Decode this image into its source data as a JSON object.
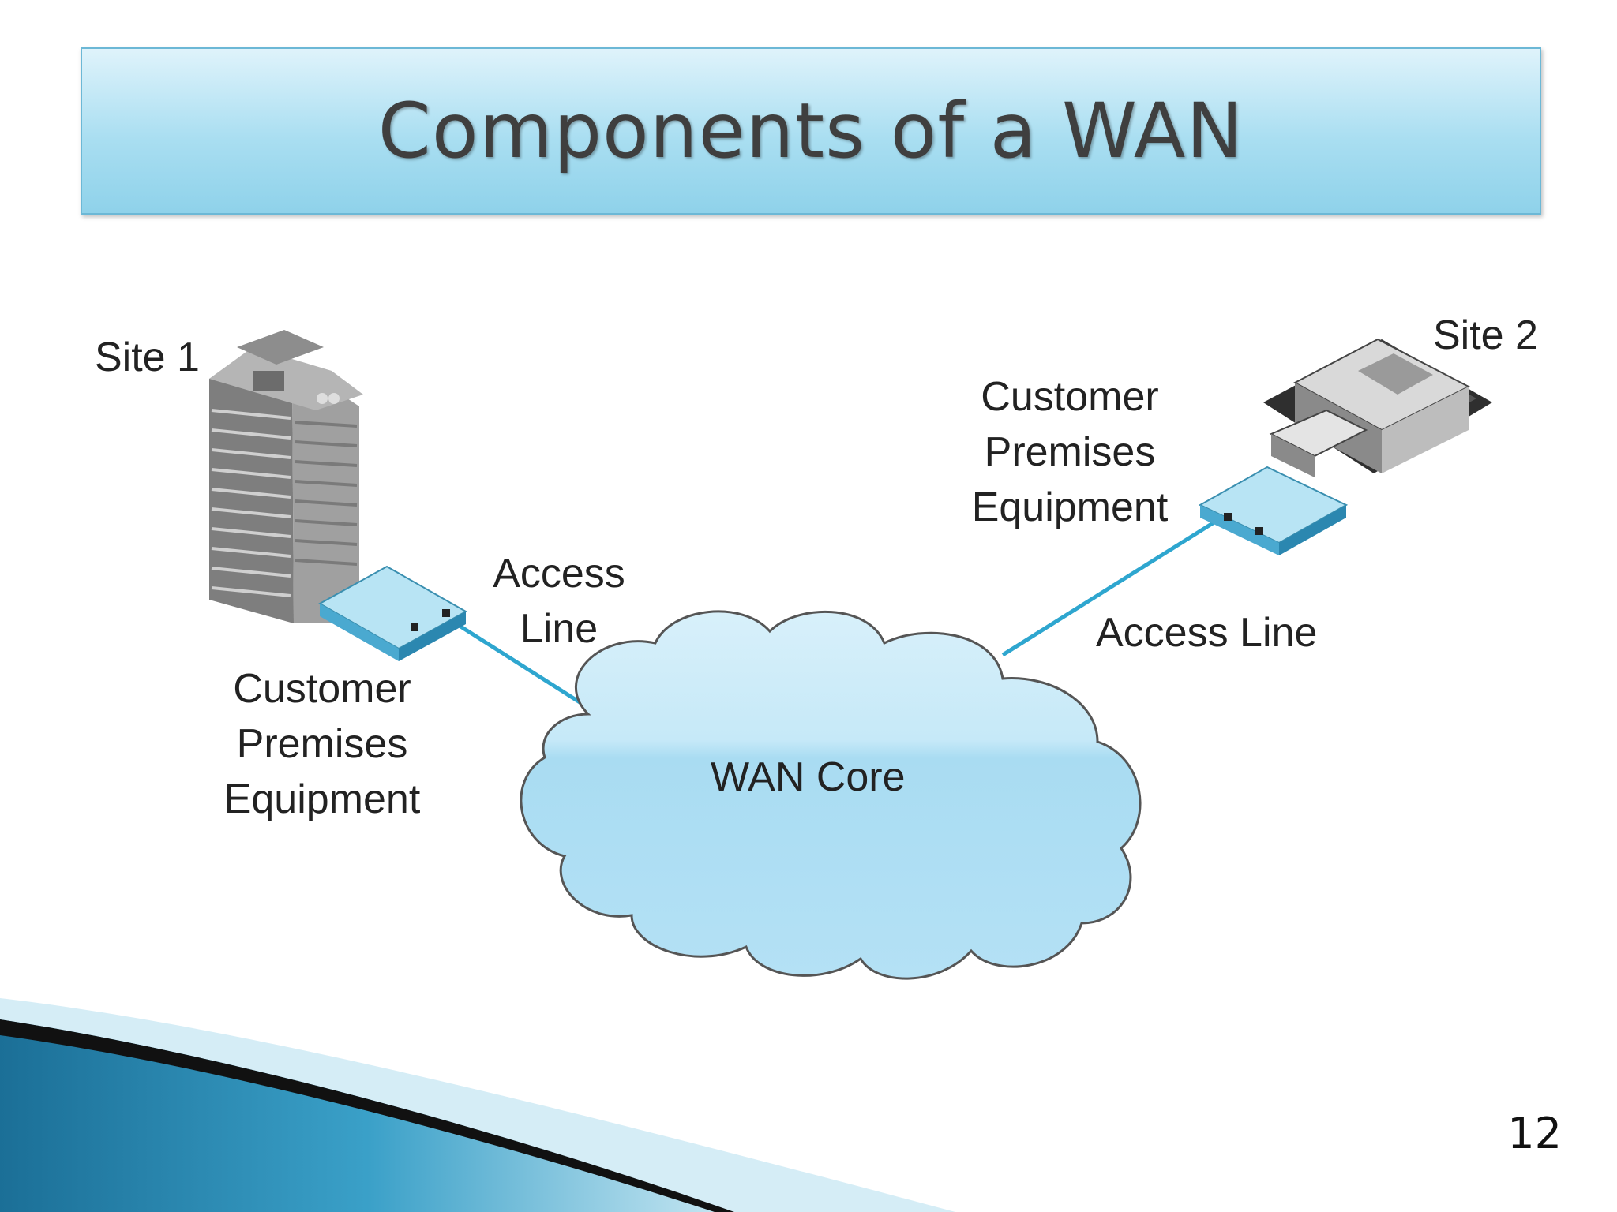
{
  "slide": {
    "title": "Components of a WAN",
    "number": "12"
  },
  "diagram": {
    "site1": {
      "label": "Site 1",
      "cpe_label": [
        "Customer",
        "Premises",
        "Equipment"
      ],
      "access_label": [
        "Access",
        "Line"
      ]
    },
    "site2": {
      "label": "Site 2",
      "cpe_label": [
        "Customer",
        "Premises",
        "Equipment"
      ],
      "access_label": "Access Line"
    },
    "cloud_label": "WAN Core",
    "colors": {
      "cloud_fill": "#b9e3f5",
      "cloud_stroke": "#555555",
      "link": "#2ea6cf",
      "device": "#9fd8ee",
      "building": "#8a8a8a"
    }
  }
}
